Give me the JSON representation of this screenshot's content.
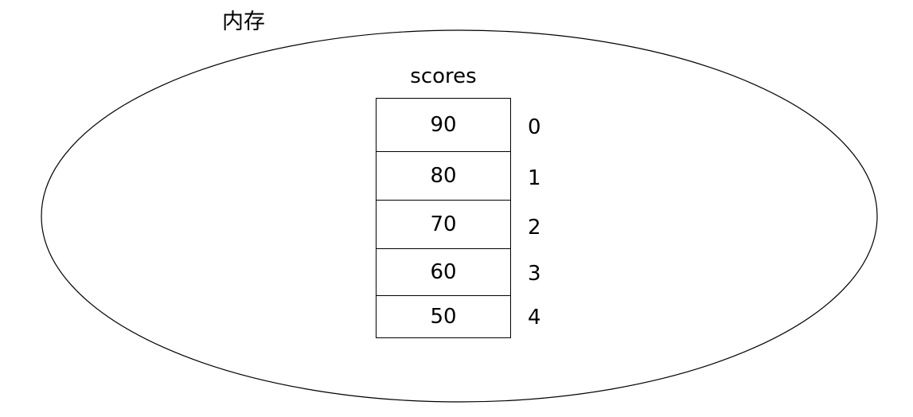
{
  "diagram": {
    "background_color": "#ffffff",
    "stroke_color": "#000000",
    "text_color": "#000000",
    "memory_region": {
      "label": "内存",
      "shape": "ellipse"
    },
    "array": {
      "name": "scores",
      "cells": [
        {
          "value": "90",
          "index": "0"
        },
        {
          "value": "80",
          "index": "1"
        },
        {
          "value": "70",
          "index": "2"
        },
        {
          "value": "60",
          "index": "3"
        },
        {
          "value": "50",
          "index": "4"
        }
      ]
    }
  }
}
